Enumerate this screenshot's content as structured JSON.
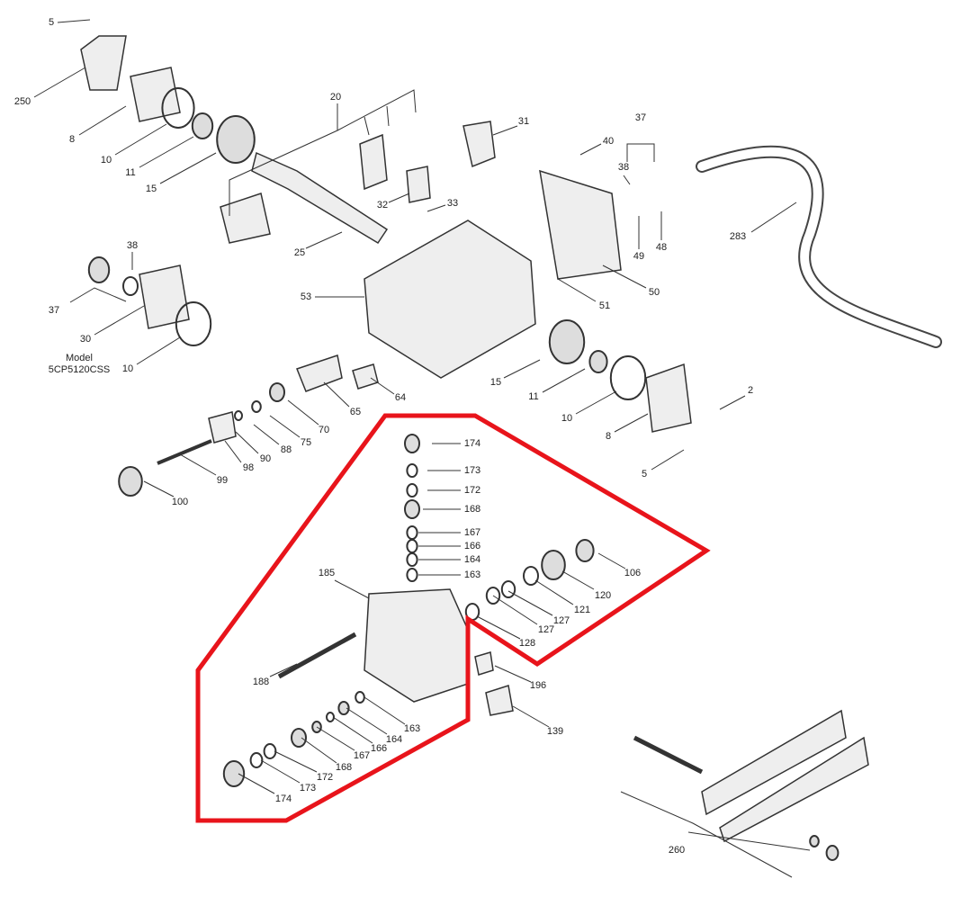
{
  "diagram": {
    "model_line1": "Model",
    "model_line2": "5CP5120CSS",
    "highlight_color": "#e8141b",
    "part_labels": [
      "5",
      "250",
      "8",
      "10",
      "11",
      "15",
      "20",
      "25",
      "31",
      "32",
      "33",
      "40",
      "37",
      "38",
      "48",
      "49",
      "50",
      "51",
      "53",
      "283",
      "38",
      "37",
      "30",
      "10",
      "65",
      "64",
      "70",
      "75",
      "88",
      "90",
      "98",
      "99",
      "100",
      "15",
      "11",
      "10",
      "8",
      "2",
      "5",
      "174",
      "173",
      "172",
      "168",
      "167",
      "166",
      "164",
      "163",
      "185",
      "106",
      "120",
      "121",
      "127",
      "127",
      "128",
      "188",
      "196",
      "139",
      "163",
      "164",
      "166",
      "167",
      "168",
      "172",
      "173",
      "174",
      "260"
    ]
  }
}
